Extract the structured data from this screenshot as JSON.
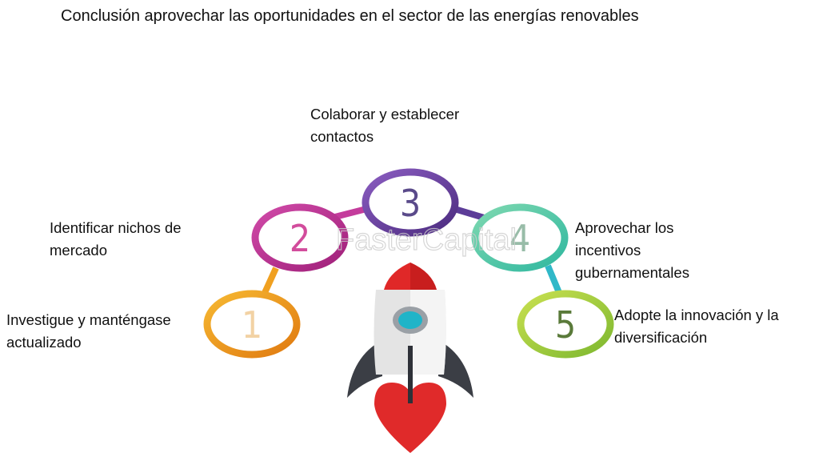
{
  "title": "Conclusión aprovechar las oportunidades en el sector de las energías renovables",
  "steps": [
    {
      "number": "1",
      "label": "Investigue y manténgase\nactualizado",
      "color": "#f0a020"
    },
    {
      "number": "2",
      "label": "Identificar nichos de\nmercado",
      "color": "#c43c9c"
    },
    {
      "number": "3",
      "label": "Colaborar y establecer\ncontactos",
      "color": "#6b44a4"
    },
    {
      "number": "4",
      "label": "Aprovechar los\nincentivos\ngubernamentales",
      "color": "#5ccaa4"
    },
    {
      "number": "5",
      "label": "Adopte la innovación y la\ndiversificación",
      "color": "#a8cc3a"
    }
  ],
  "watermark": "FasterCapital"
}
